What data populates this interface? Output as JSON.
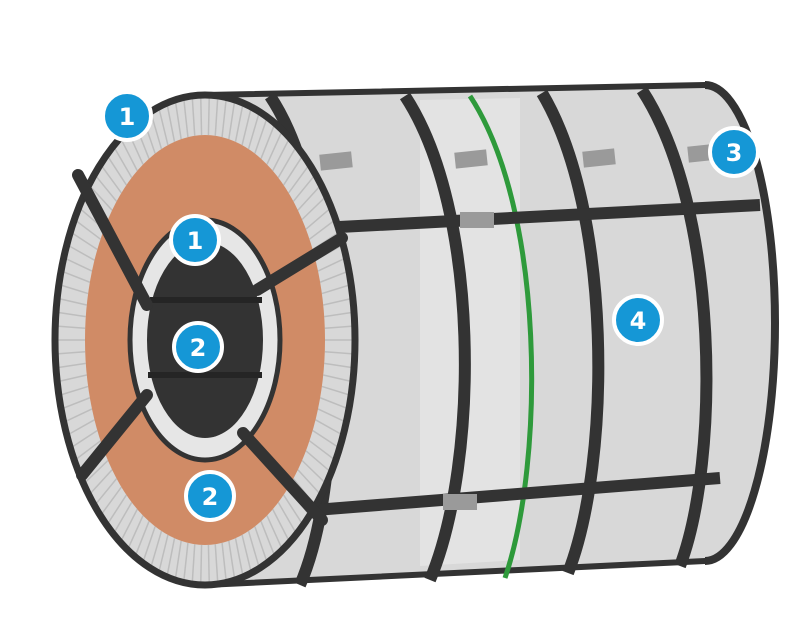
{
  "diagram": {
    "colors": {
      "background": "#ffffff",
      "coil_body": "#d8d8d8",
      "coil_body_light": "#e3e3e3",
      "coil_edge_stripe": "#bdbdbd",
      "band": "#333333",
      "band_clip": "#9a9a9a",
      "core_paper": "#d08b66",
      "inner_ring": "#e6e6e6",
      "bore": "#333333",
      "marker_line": "#2e9a3b",
      "callout_fill": "#1597d6",
      "callout_ring": "#ffffff",
      "callout_text": "#ffffff"
    },
    "callouts": [
      {
        "id": "outer-edge-protector",
        "label": "1"
      },
      {
        "id": "inner-edge-protector",
        "label": "1"
      },
      {
        "id": "bore-protector",
        "label": "2"
      },
      {
        "id": "face-protector",
        "label": "2"
      },
      {
        "id": "corner-protector",
        "label": "3"
      },
      {
        "id": "marker-band",
        "label": "4"
      }
    ]
  }
}
